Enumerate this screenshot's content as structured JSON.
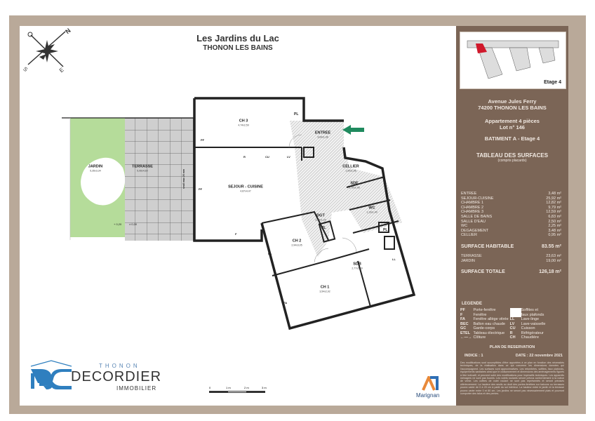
{
  "header": {
    "title": "Les Jardins du Lac",
    "subtitle": "THONON LES BAINS"
  },
  "compass": {
    "n": "N",
    "s": "S",
    "e": "E",
    "o": "O"
  },
  "plan": {
    "rooms": [
      {
        "label": "CH 3",
        "dim": "4,74x2,59"
      },
      {
        "label": "ENTREE",
        "dim": "3,64x1,36"
      },
      {
        "label": "SEJOUR - CUISINE",
        "dim": "4,87x4,47"
      },
      {
        "label": "CELLIER",
        "dim": "1,00x1,06"
      },
      {
        "label": "SDE",
        "dim": "1,72x1,45"
      },
      {
        "label": "WC",
        "dim": "1,13x1,40"
      },
      {
        "label": "DGT",
        "dim": "2,96x1,20"
      },
      {
        "label": "CH 2",
        "dim": "2,94x3,05"
      },
      {
        "label": "CH 1",
        "dim": "3,54x2,92"
      },
      {
        "label": "SDB",
        "dim": "2,77x2,09"
      },
      {
        "label": "JARDIN",
        "dim": "5,35x3,34"
      },
      {
        "label": "TERRASSE",
        "dim": "5,06x4,60"
      }
    ],
    "tags": {
      "pl": "PL",
      "pf": "PF",
      "f": "F",
      "fa": "FA",
      "r": "R",
      "cu": "CU",
      "lv": "LV",
      "ll": "LL",
      "seuil": "seuil max 20 mm",
      "level1": "+ 0,20",
      "level2": "± 0,00"
    },
    "colors": {
      "garden": "#b5dc9a",
      "terrace": "#cfcfcf",
      "arrow": "#1f8a5e",
      "wall": "#222222"
    }
  },
  "scale": [
    "0",
    "1 m",
    "2 m",
    "3 m"
  ],
  "logos": {
    "decordier_top": "THONON",
    "decordier_main": "DECORDIER",
    "decordier_sub": "IMMOBILIER",
    "marignan": "Marignan"
  },
  "side": {
    "minimap_label": "Etage 4",
    "address1": "Avenue Jules Ferry",
    "address2": "74200 THONON LES BAINS",
    "apt": "Appartement 4 pièces",
    "lot": "Lot n° 146",
    "building": "BATIMENT  A - Etage 4",
    "table_title": "TABLEAU DES SURFACES",
    "table_sub": "(compris placards)",
    "surfaces": [
      {
        "k": "ENTREE",
        "v": "3,48 m²"
      },
      {
        "k": "SEJOUR-CUISINE",
        "v": "25,92 m²"
      },
      {
        "k": "CHAMBRE 1",
        "v": "12,82 m²"
      },
      {
        "k": "CHAMBRE 2",
        "v": "9,79 m²"
      },
      {
        "k": "CHAMBRE 3",
        "v": "12,59 m²"
      },
      {
        "k": "SALLE DE BAINS",
        "v": "6,83 m²"
      },
      {
        "k": "SALLE D'EAU",
        "v": "2,50 m²"
      },
      {
        "k": "WC",
        "v": "2,25 m²"
      },
      {
        "k": "DEGAGEMENT",
        "v": "3,48 m²"
      },
      {
        "k": "CELLIER",
        "v": "0,95 m²"
      }
    ],
    "habitable": {
      "k": "SURFACE HABITABLE",
      "v": "83.55 m²"
    },
    "exterior": [
      {
        "k": "TERRASSE",
        "v": "23,63 m²"
      },
      {
        "k": "JARDIN",
        "v": "19,00 m²"
      }
    ],
    "total": {
      "k": "SURFACE TOTALE",
      "v": "126,18 m²"
    },
    "legend_title": "LEGENDE",
    "legend": [
      [
        "PF",
        "Porte-fenêtre",
        "",
        "Soffites et"
      ],
      [
        "F",
        "Fenêtre",
        "",
        "faux plafonds"
      ],
      [
        "FA",
        "Fenêtre allège vitrée",
        "LL",
        "Lave-linge"
      ],
      [
        "BEC",
        "Ballon eau chaude",
        "LV",
        "Lave-vaisselle"
      ],
      [
        "GC",
        "Garde-corps",
        "CU",
        "Cuisson"
      ],
      [
        "ETEL",
        "Tableau électrique",
        "R",
        "Réfrigérateur"
      ],
      [
        "←—→",
        "Clôture",
        "CH",
        "Chaudière"
      ]
    ],
    "reservation_title": "PLAN DE RESERVATION",
    "indice": "INDICE : 1",
    "date": "DATE : 22 novembre 2021",
    "fine_print": "Des modifications sont susceptibles d'être apportées à ce plan en fonction des nécessités techniques, de la réalisation dans ce qui concerne les dimensions données qui l'accompagnent. Les surfaces sont approximatives. Les retombées, soffites, faux plafonds, équipements sanitaires ainsi que le cloisonnement et dimensions des aménagements figurés à titre indicatif, et peuvent subir des modifications pour impératifs techniques. Les appareils ménagers ne sont pas fournis. Les volets roulants seront prévus conformément à la notice de vente. Les coffres de volet roulant ne sont pas représentés et seront précisés ultérieurement. La hauteur des seuils au droit des portes-fenêtres sur balcons ou terrasses pourra varier de 0 à 20 cm à partir du sol intérieur. La hauteur entre le jardin et la terrasse pourra varier entre 0 et 80 cm. Les jardins ne seront pas nécessairement plats et pourront comporter des talus et des pentes."
  }
}
